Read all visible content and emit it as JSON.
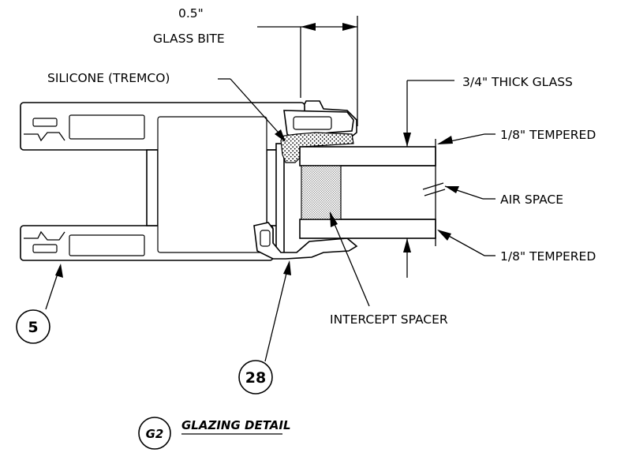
{
  "dimension": {
    "value": "0.5\"",
    "label": "GLASS BITE"
  },
  "callouts": {
    "silicone": "SILICONE (TREMCO)",
    "glass_thickness": "3/4\" THICK GLASS",
    "outer_lite": "1/8\" TEMPERED",
    "air_space": "AIR SPACE",
    "inner_lite": "1/8\" TEMPERED",
    "spacer": "INTERCEPT SPACER"
  },
  "part_tags": {
    "frame": "5",
    "glazing_stop": "28"
  },
  "detail": {
    "tag": "G2",
    "title": "GLAZING DETAIL"
  }
}
